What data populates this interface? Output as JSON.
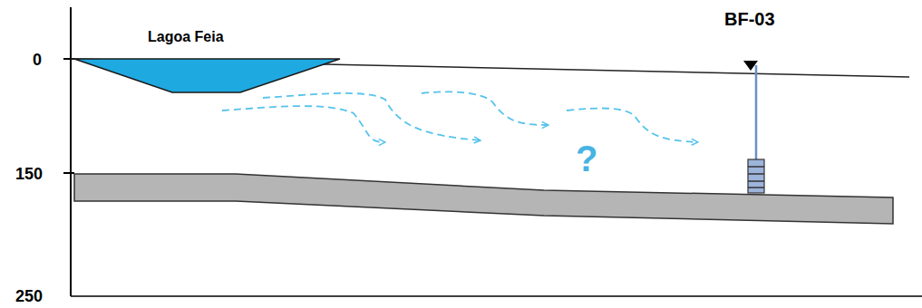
{
  "diagram": {
    "labels": [
      "Lagoa Feia",
      "BF-03",
      "0",
      "150",
      "250",
      "?"
    ]
  }
}
